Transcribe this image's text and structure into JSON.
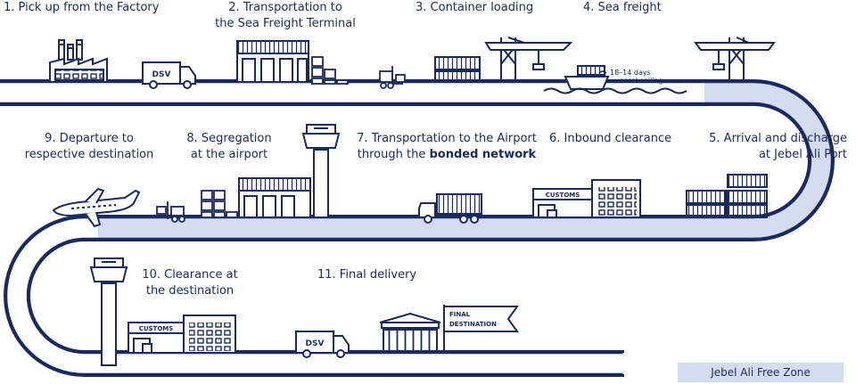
{
  "steps": {
    "s1": "1. Pick up from the Factory",
    "s2_line1": "2. Transportation to",
    "s2_line2": "the Sea Freight Terminal",
    "s3": "3. Container loading",
    "s4": "4. Sea freight",
    "s5_line1": "5. Arrival and discharge",
    "s5_line2": "at Jebel Ali Port",
    "s6": "6. Inbound clearance",
    "s7_line1": "7. Transportation to the Airport",
    "s7_line2_prefix": "through the ",
    "s7_line2_bold": "bonded network",
    "s8_line1": "8. Segregation",
    "s8_line2": "at the airport",
    "s9_line1": "9. Departure to",
    "s9_line2": "respective destination",
    "s10_line1": "10. Clearance at",
    "s10_line2": "the destination",
    "s11": "11. Final delivery"
  },
  "signs": {
    "dsv_top": "DSV",
    "dsv_bottom": "DSV",
    "customs_mid": "CUSTOMS",
    "customs_bottom": "CUSTOMS",
    "final_line1": "FINAL",
    "final_line2": "DESTINATION"
  },
  "sailing": {
    "days": "18–14 days",
    "label": "vessel sailing"
  },
  "zone_badge": "Jebel Ali Free Zone",
  "colors": {
    "navy": "#1b2a5e",
    "road_fill": "#d4ddf0",
    "background": "#ffffff"
  }
}
